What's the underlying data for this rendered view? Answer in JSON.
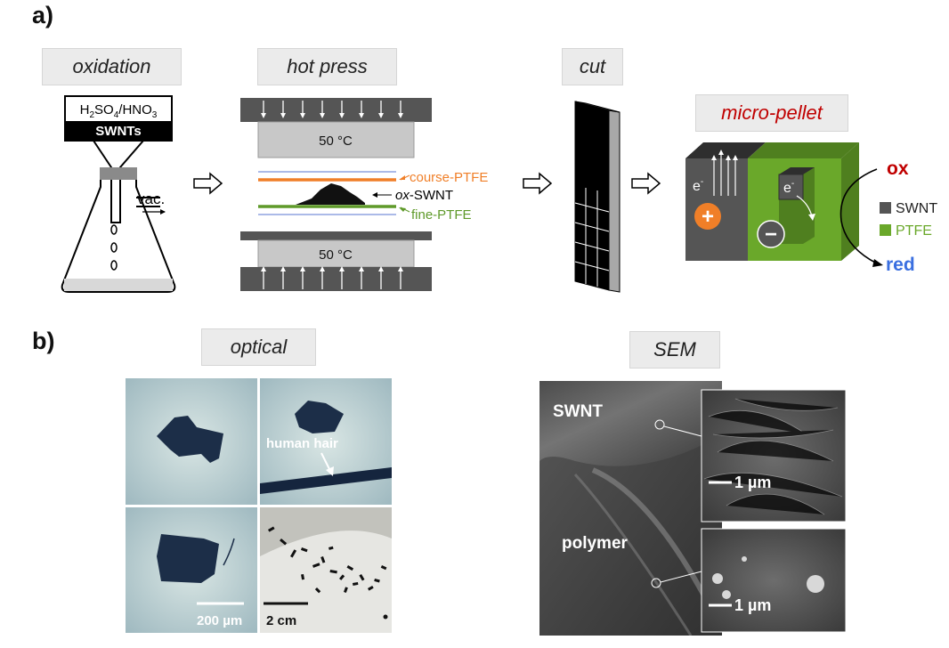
{
  "panel_a": {
    "label": "a)",
    "steps": {
      "oxidation": "oxidation",
      "hot_press": "hot press",
      "cut": "cut",
      "micro_pellet": "micro-pellet"
    },
    "flask": {
      "acid_main1": "H",
      "acid_sub1": "2",
      "acid_main2": "SO",
      "acid_sub2": "4",
      "acid_main3": "/HNO",
      "acid_sub3": "3",
      "swnts": "SWNTs",
      "vac": "vac."
    },
    "press": {
      "temp_top": "50 °C",
      "temp_bottom": "50 °C",
      "course_ptfe": "course-PTFE",
      "ox_swnt_italic": "ox",
      "ox_swnt_rest": "-SWNT",
      "fine_ptfe": "fine-PTFE"
    },
    "pellet": {
      "electron_main": "e",
      "electron_sup": "-",
      "plus": "+",
      "minus": "−",
      "ox": "ox",
      "red": "red",
      "legend_swnt": "SWNT",
      "legend_ptfe": "PTFE"
    },
    "colors": {
      "ptfe_green": "#6aa82a",
      "swnt_gray": "#5a5a5a",
      "course_orange": "#f07f28",
      "ox_red": "#c00000",
      "red_blue": "#3a6fe0",
      "press_dark": "#555555",
      "press_light": "#c8c8c8"
    }
  },
  "panel_b": {
    "label": "b)",
    "optical_title": "optical",
    "sem_title": "SEM",
    "optical": {
      "human_hair": "human hair",
      "scale_200": "200 µm",
      "scale_2cm": "2 cm"
    },
    "sem": {
      "swnt": "SWNT",
      "polymer": "polymer",
      "scale_1": "1 µm",
      "scale_2": "1 µm"
    }
  }
}
